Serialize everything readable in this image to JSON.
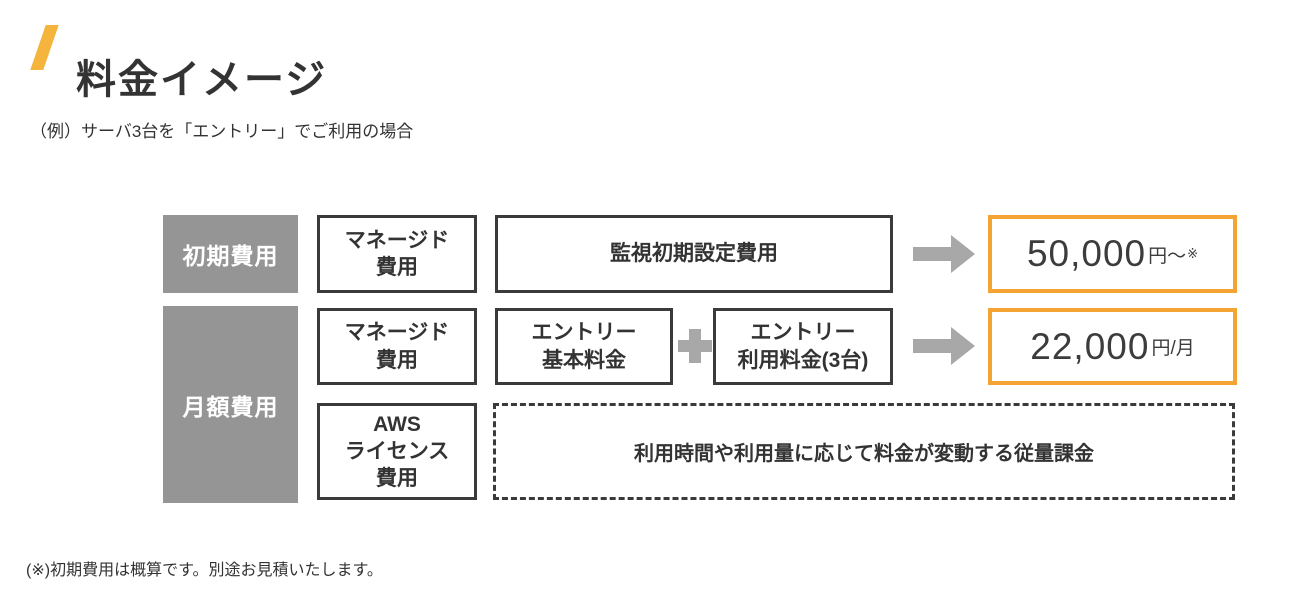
{
  "page": {
    "title": "料金イメージ",
    "subtitle": "（例）サーバ3台を「エントリー」でご利用の場合",
    "footnote": "(※)初期費用は概算です。別途お見積いたします。"
  },
  "colors": {
    "accent_orange": "#F4A432",
    "title_slash_yellow": "#F5B43C",
    "category_gray": "#959595",
    "connector_gray": "#A8A8A8",
    "line_dark": "#3A3A3A",
    "text_dark": "#333333"
  },
  "icons": {
    "title_slash": "slash-icon",
    "row_connector": "arrow-right-icon",
    "fee_combiner": "plus-icon"
  },
  "diagram": {
    "initial_row": {
      "category": "初期費用",
      "managed_fee": "マネージド\n費用",
      "setup_fee": "監視初期設定費用",
      "amount": "50,000",
      "unit": "円～",
      "note_mark": "※"
    },
    "monthly_rows": {
      "category": "月額費用",
      "managed_fee": "マネージド\n費用",
      "entry_base_fee": "エントリー\n基本料金",
      "entry_usage_fee": "エントリー\n利用料金(3台)",
      "amount": "22,000",
      "unit": "円/月",
      "aws_license_fee": "AWS\nライセンス\n費用",
      "metered_billing": "利用時間や利用量に応じて料金が変動する従量課金"
    }
  }
}
